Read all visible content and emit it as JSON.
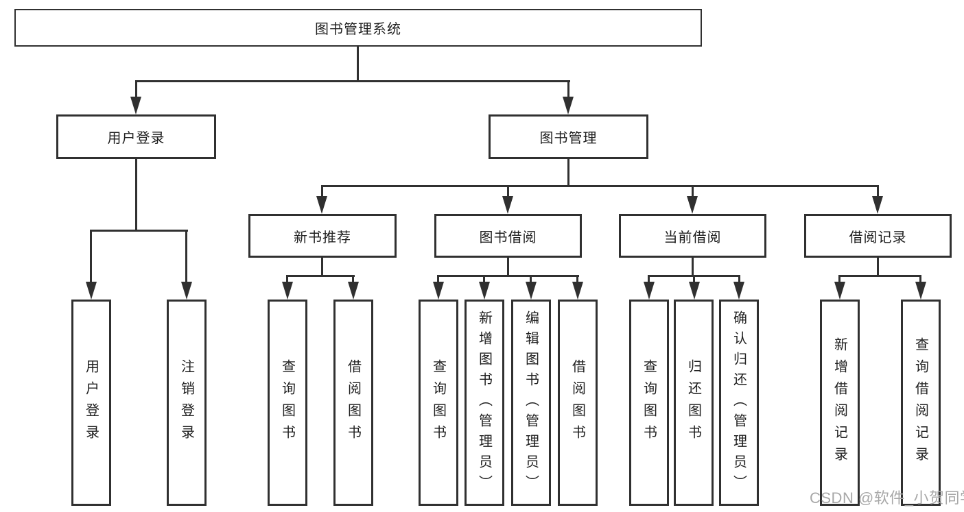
{
  "tree": {
    "root": {
      "label": "图书管理系统"
    },
    "level2": [
      {
        "label": "用户登录",
        "children": [
          {
            "label": "用户登录"
          },
          {
            "label": "注销登录"
          }
        ]
      },
      {
        "label": "图书管理",
        "children": [
          {
            "label": "新书推荐",
            "children": [
              {
                "label": "查询图书"
              },
              {
                "label": "借阅图书"
              }
            ]
          },
          {
            "label": "图书借阅",
            "children": [
              {
                "label": "查询图书"
              },
              {
                "label": "新增图书（管理员）"
              },
              {
                "label": "编辑图书（管理员）"
              },
              {
                "label": "借阅图书"
              }
            ]
          },
          {
            "label": "当前借阅",
            "children": [
              {
                "label": "查询图书"
              },
              {
                "label": "归还图书"
              },
              {
                "label": "确认归还（管理员）"
              }
            ]
          },
          {
            "label": "借阅记录",
            "children": [
              {
                "label": "新增借阅记录"
              },
              {
                "label": "查询借阅记录"
              }
            ]
          }
        ]
      }
    ]
  },
  "watermark": {
    "text": "CSDN @软件_小贺同学"
  },
  "colors": {
    "line": "#303030",
    "box_border": "#303030",
    "text": "#1f1f1f",
    "watermark": "#a8a8a8",
    "background": "#ffffff"
  }
}
